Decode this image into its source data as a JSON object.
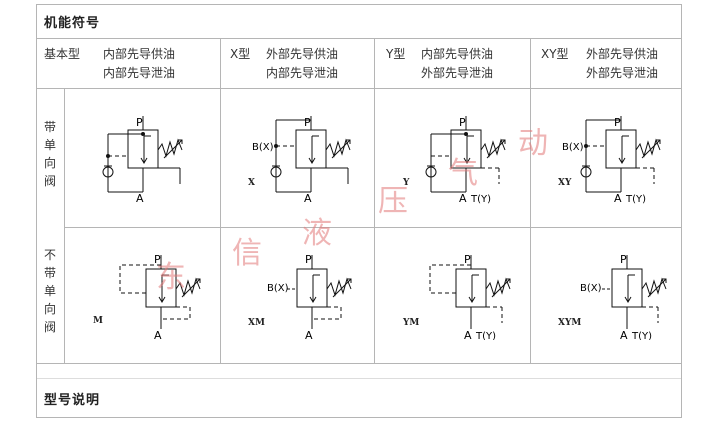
{
  "sections": {
    "function_symbols": "机能符号",
    "model_description": "型号说明"
  },
  "columns": [
    {
      "type": "基本型",
      "line1": "内部先导供油",
      "line2": "内部先导泄油"
    },
    {
      "type": "X型",
      "line1": "外部先导供油",
      "line2": "内部先导泄油"
    },
    {
      "type": "Y型",
      "line1": "内部先导供油",
      "line2": "外部先导泄油"
    },
    {
      "type": "XY型",
      "line1": "外部先导供油",
      "line2": "外部先导泄油"
    }
  ],
  "rows": [
    {
      "label": [
        "带",
        "单",
        "向",
        "阀"
      ],
      "codes": [
        "",
        "X",
        "Y",
        "XY"
      ]
    },
    {
      "label": [
        "不",
        "带",
        "单",
        "向",
        "阀"
      ],
      "codes": [
        "M",
        "XM",
        "YM",
        "XYM"
      ]
    }
  ],
  "port_labels": {
    "p": "P",
    "a": "A",
    "b": "B(X)",
    "t": "T(Y)"
  },
  "watermark": [
    "东",
    "信",
    "液",
    "压",
    "气",
    "动"
  ]
}
